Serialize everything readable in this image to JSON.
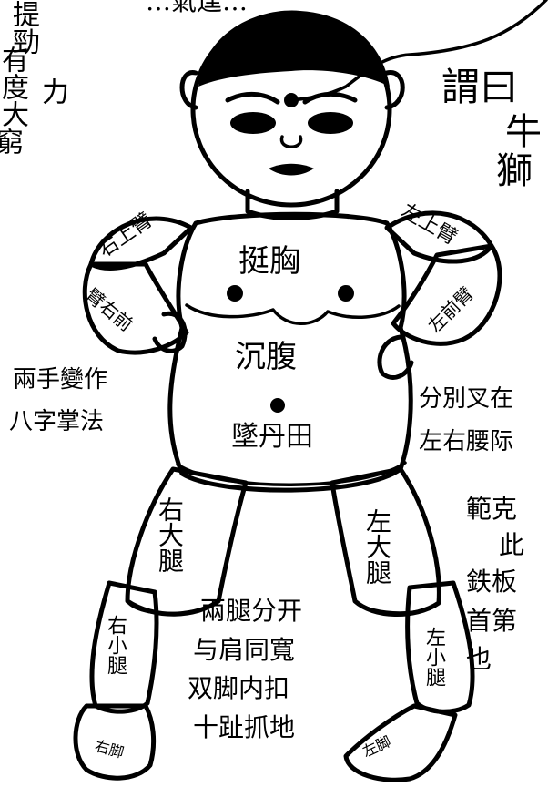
{
  "labels": {
    "top_partial": "…氣逞…",
    "top_left_col1": "提勁",
    "top_left_col2": "有度大",
    "top_left_col3": "力",
    "top_left_col4": "窮",
    "right_title": "謂曰",
    "right_line2": "牛",
    "right_line3": "獅",
    "chest": "挺胸",
    "belly": "沉腹",
    "dantian": "墜丹田",
    "right_upper_arm": "右上臂",
    "left_upper_arm": "左上臂",
    "left_forearm_on_right": "臂右前",
    "right_forearm_on_left": "左前臂",
    "hands_note_1": "兩手變作",
    "hands_note_2": "八字掌法",
    "waist_note_1": "分別叉在",
    "waist_note_2": "左右腰际",
    "right_thigh": "右大腿",
    "left_thigh": "左大腿",
    "right_calf": "右小腿",
    "left_calf": "左小腿",
    "right_foot": "右脚",
    "left_foot": "左脚",
    "legs_note_1": "兩腿分开",
    "legs_note_2": "与肩同寬",
    "legs_note_3": "双脚内扣",
    "legs_note_4": "十趾抓地",
    "side_note_1": "範克",
    "side_note_2": "此",
    "side_note_3": "鉄板",
    "side_note_4": "首第",
    "side_note_5": "也"
  },
  "colors": {
    "ink": "#000000",
    "paper": "#ffffff"
  }
}
